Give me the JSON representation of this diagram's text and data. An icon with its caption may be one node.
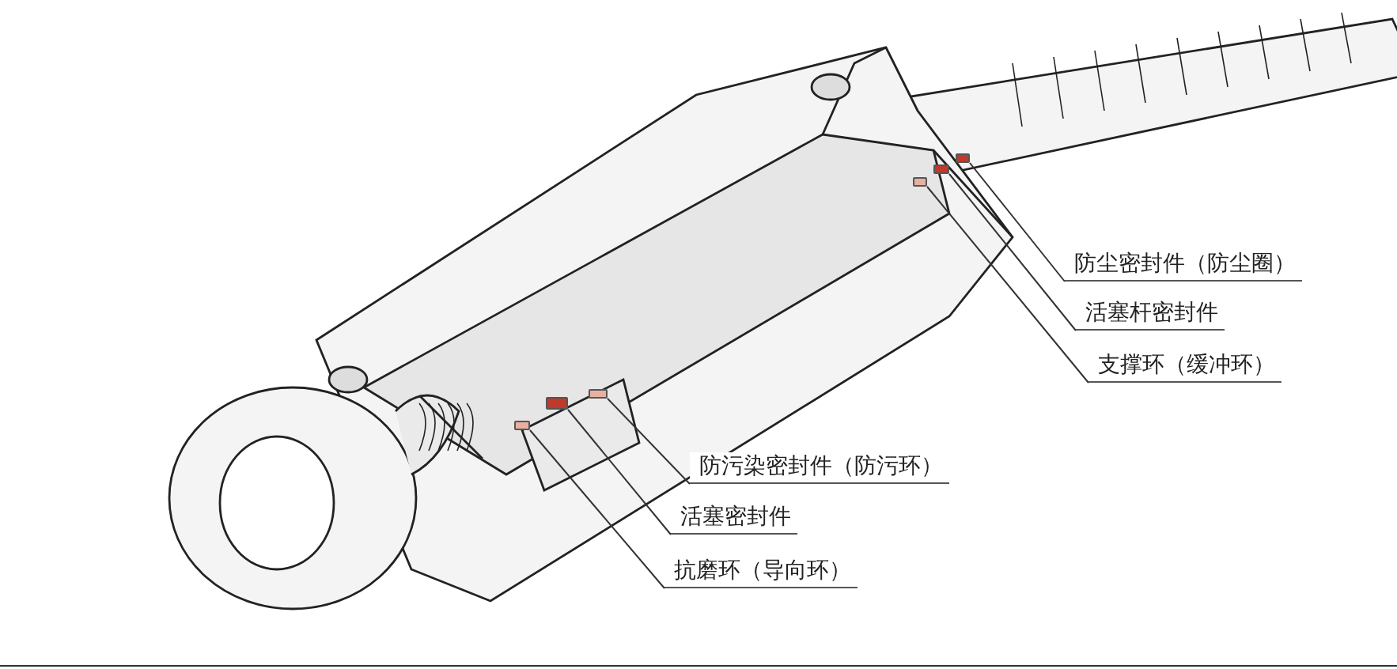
{
  "diagram": {
    "nodes": [
      {
        "text": [
          "防尘密封件（防尘圈）"
        ]
      },
      {
        "text": [
          "活塞杆密封件"
        ]
      },
      {
        "text": [
          "支撑环（缓冲环）"
        ]
      },
      {
        "text": [
          "防污染密封件（防污环）"
        ]
      },
      {
        "text": [
          "活塞密封件"
        ]
      },
      {
        "text": [
          "抗磨环（导向环）"
        ]
      },
      {
        "text": [],
        "shape": "box"
      },
      {
        "text": [],
        "shape": "box"
      },
      {
        "text": [],
        "shape": "box"
      },
      {
        "text": [],
        "shape": "box"
      },
      {
        "text": [],
        "shape": "box"
      },
      {
        "text": [],
        "shape": "box"
      }
    ],
    "edges": [
      {
        "from": 0,
        "to": 6,
        "arrow": "none"
      },
      {
        "from": 1,
        "to": 7,
        "arrow": "none"
      },
      {
        "from": 2,
        "to": 8,
        "arrow": "none"
      },
      {
        "from": 3,
        "to": 9,
        "arrow": "none"
      },
      {
        "from": 4,
        "to": 10,
        "arrow": "none"
      },
      {
        "from": 5,
        "to": 11,
        "arrow": "none"
      }
    ]
  }
}
